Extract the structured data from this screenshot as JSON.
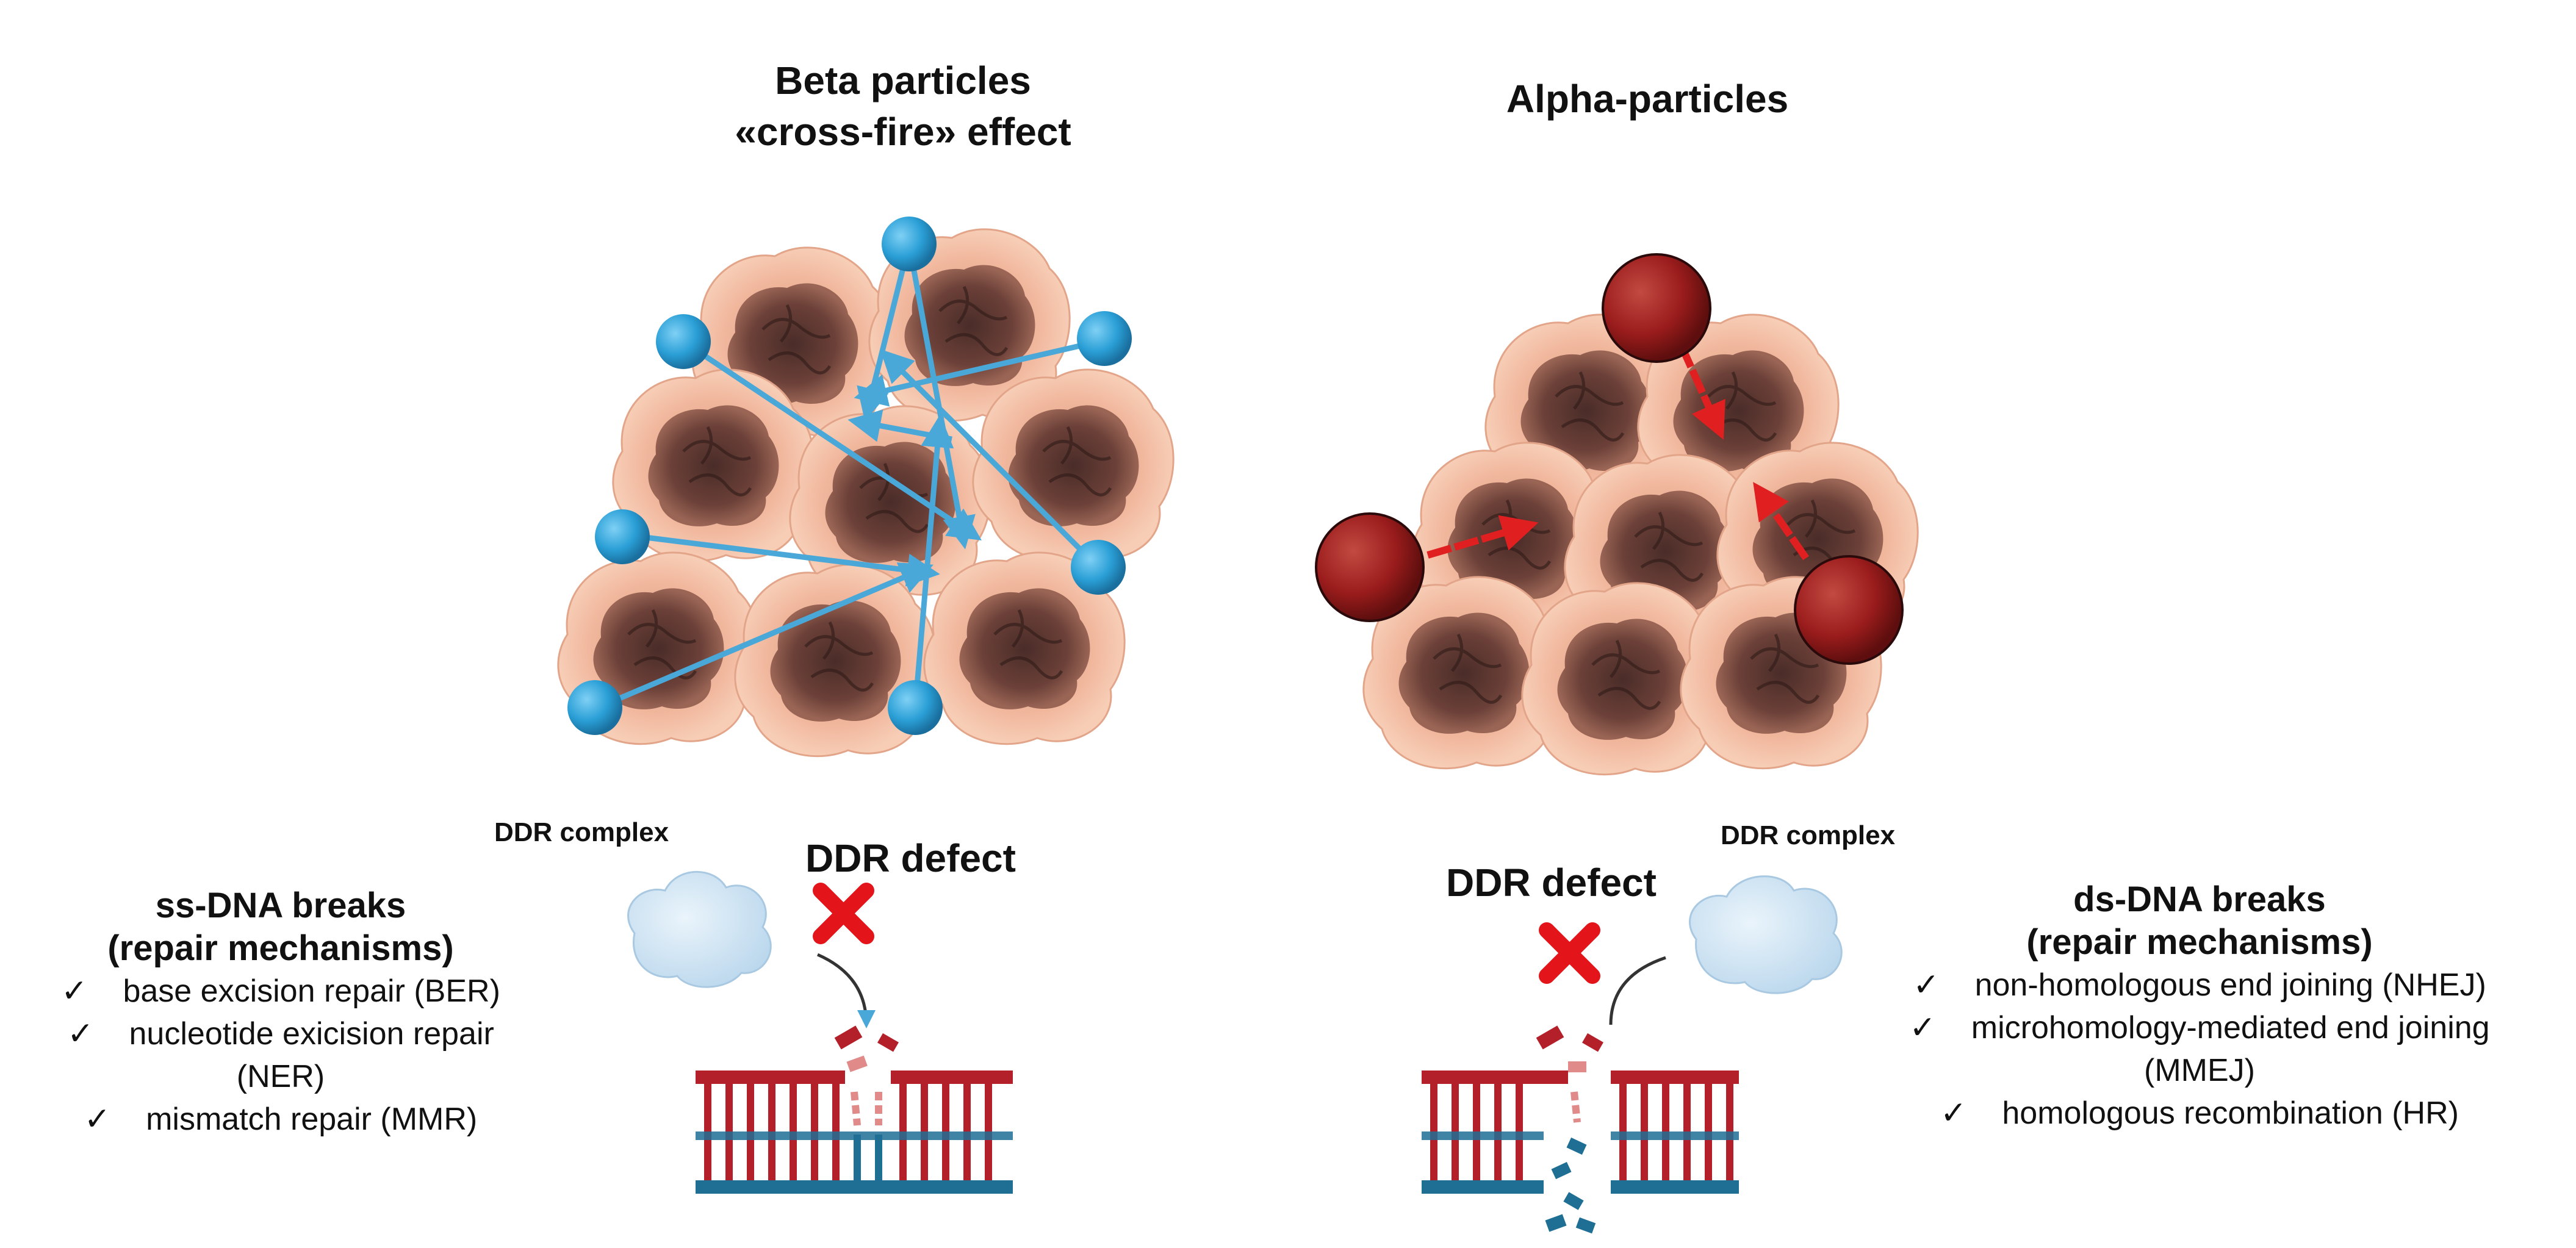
{
  "beta": {
    "title_line1": "Beta particles",
    "title_line2": "«cross-fire» effect",
    "ddr_complex": "DDR complex",
    "ddr_defect": "DDR defect",
    "repair_title_line1": "ss-DNA breaks",
    "repair_title_line2": "(repair mechanisms)",
    "items": [
      {
        "check": "✓",
        "text": "base excision repair (BER)"
      },
      {
        "check": "✓",
        "text": "nucleotide exicision repair"
      },
      {
        "check": "",
        "text": "(NER)"
      },
      {
        "check": "✓",
        "text": "mismatch repair (MMR)"
      }
    ]
  },
  "alpha": {
    "title": "Alpha-particles",
    "ddr_complex": "DDR complex",
    "ddr_defect": "DDR defect",
    "repair_title_line1": "ds-DNA breaks",
    "repair_title_line2": "(repair mechanisms)",
    "items": [
      {
        "check": "✓",
        "text": "non-homologous end joining (NHEJ)"
      },
      {
        "check": "✓",
        "text": "microhomology-mediated end joining"
      },
      {
        "check": "",
        "text": "(MMEJ)"
      },
      {
        "check": "✓",
        "text": "homologous recombination (HR)"
      }
    ]
  },
  "colors": {
    "beta_particle": "#2a9fd6",
    "beta_arrow": "#4aa8d8",
    "alpha_particle": "#9b1c1c",
    "alpha_arrow": "#e02020",
    "cell_outer": "#f2b79c",
    "cell_nucleus": "#5a3a34",
    "dna_red": "#b3202a",
    "dna_blue": "#1f6f95",
    "cloud": "#cfe3f1",
    "x_mark": "#e3151a"
  }
}
